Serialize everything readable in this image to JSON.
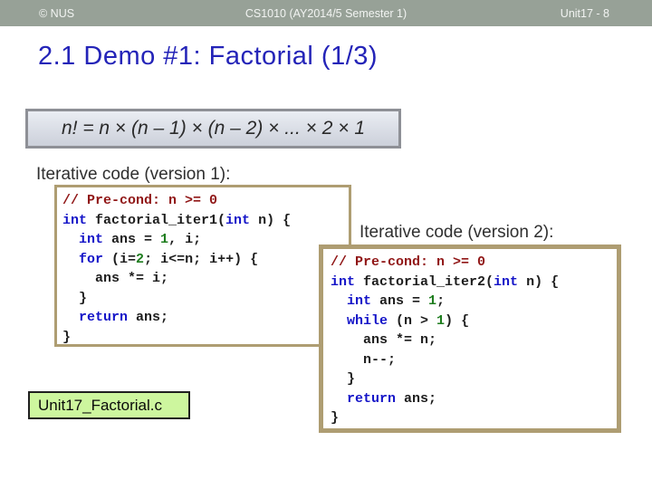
{
  "header": {
    "copyright": "© NUS",
    "course": "CS1010 (AY2014/5 Semester 1)",
    "page": "Unit17 - 8"
  },
  "slide": {
    "title": "2.1 Demo #1: Factorial (1/3)",
    "formula": "n! = n × (n – 1) × (n – 2) × ... × 2 × 1",
    "sections": [
      {
        "label": "Iterative code (version 1):",
        "code": [
          [
            {
              "t": "// Pre-cond: n >= 0",
              "c": "cm"
            }
          ],
          [
            {
              "t": "int",
              "c": "kw"
            },
            {
              "t": " factorial_iter1(",
              "c": "pl"
            },
            {
              "t": "int",
              "c": "kw"
            },
            {
              "t": " n) {",
              "c": "pl"
            }
          ],
          [
            {
              "t": "  ",
              "c": "pl"
            },
            {
              "t": "int",
              "c": "kw"
            },
            {
              "t": " ans = ",
              "c": "pl"
            },
            {
              "t": "1",
              "c": "num"
            },
            {
              "t": ", i;",
              "c": "pl"
            }
          ],
          [
            {
              "t": "  ",
              "c": "pl"
            },
            {
              "t": "for",
              "c": "kw"
            },
            {
              "t": " (i=",
              "c": "pl"
            },
            {
              "t": "2",
              "c": "num"
            },
            {
              "t": "; i<=n; i++) {",
              "c": "pl"
            }
          ],
          [
            {
              "t": "    ans *= i;",
              "c": "pl"
            }
          ],
          [
            {
              "t": "  }",
              "c": "pl"
            }
          ],
          [
            {
              "t": "  ",
              "c": "pl"
            },
            {
              "t": "return",
              "c": "kw"
            },
            {
              "t": " ans;",
              "c": "pl"
            }
          ],
          [
            {
              "t": "}",
              "c": "pl"
            }
          ]
        ]
      },
      {
        "label": "Iterative code (version 2):",
        "code": [
          [
            {
              "t": "// Pre-cond: n >= 0",
              "c": "cm"
            }
          ],
          [
            {
              "t": "int",
              "c": "kw"
            },
            {
              "t": " factorial_iter2(",
              "c": "pl"
            },
            {
              "t": "int",
              "c": "kw"
            },
            {
              "t": " n) {",
              "c": "pl"
            }
          ],
          [
            {
              "t": "  ",
              "c": "pl"
            },
            {
              "t": "int",
              "c": "kw"
            },
            {
              "t": " ans = ",
              "c": "pl"
            },
            {
              "t": "1",
              "c": "num"
            },
            {
              "t": ";",
              "c": "pl"
            }
          ],
          [
            {
              "t": "  ",
              "c": "pl"
            },
            {
              "t": "while",
              "c": "kw"
            },
            {
              "t": " (n > ",
              "c": "pl"
            },
            {
              "t": "1",
              "c": "num"
            },
            {
              "t": ") {",
              "c": "pl"
            }
          ],
          [
            {
              "t": "    ans *= n;",
              "c": "pl"
            }
          ],
          [
            {
              "t": "    n--;",
              "c": "pl"
            }
          ],
          [
            {
              "t": "  }",
              "c": "pl"
            }
          ],
          [
            {
              "t": "  ",
              "c": "pl"
            },
            {
              "t": "return",
              "c": "kw"
            },
            {
              "t": " ans;",
              "c": "pl"
            }
          ],
          [
            {
              "t": "}",
              "c": "pl"
            }
          ]
        ]
      }
    ],
    "filename": "Unit17_Factorial.c"
  },
  "colors": {
    "header_bg": "#97a197",
    "header_text": "#f2f4f2",
    "title_blue": "#2424b8",
    "formula_border": "#8e9096",
    "code_box_border_tan": "#ae9d72",
    "keyword_blue": "#1414c8",
    "comment_maroon": "#901616",
    "number_green": "#1e7d1e",
    "code_text": "#1d1d1d",
    "filename_bg_green": "#cdf69e"
  }
}
